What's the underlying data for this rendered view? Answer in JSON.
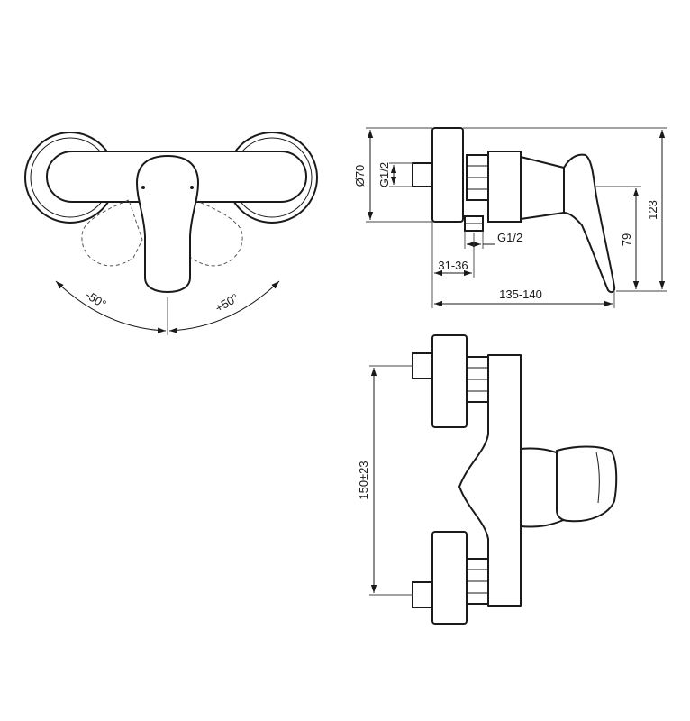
{
  "dimensions": {
    "angle_left": "-50°",
    "angle_right": "+50°",
    "diameter": "Ø70",
    "thread_inlet": "G1/2",
    "thread_outlet": "G1/2",
    "height_total": "123",
    "lever_height": "79",
    "outlet_offset": "31-36",
    "projection": "135-140",
    "centers": "150±23"
  }
}
